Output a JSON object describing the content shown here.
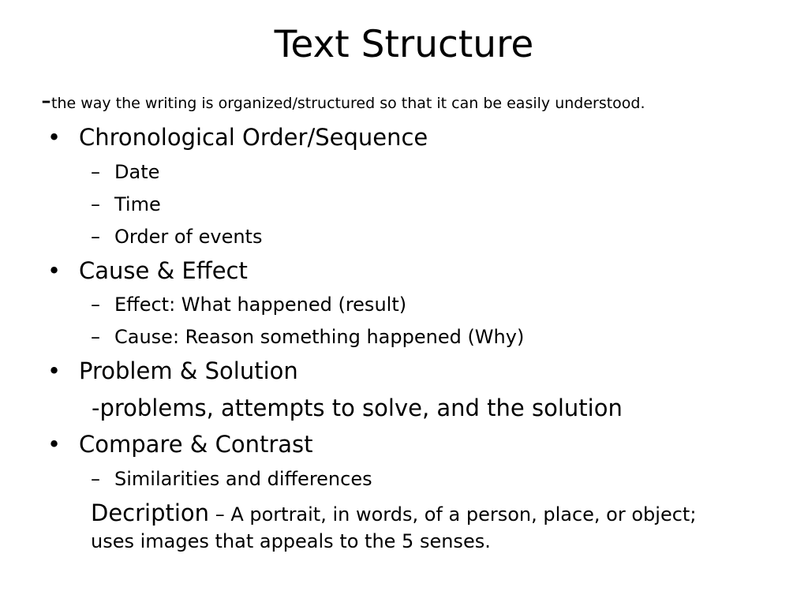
{
  "slide": {
    "title": "Text Structure",
    "subtitle_dash": "-",
    "subtitle": "the way the writing is organized/structured so that it can be easily understood.",
    "bullet_glyph": "•",
    "sub_bullet_glyph": "–",
    "items": [
      {
        "label": "Chronological Order/Sequence",
        "subitems": [
          "Date",
          "Time",
          "Order of events"
        ]
      },
      {
        "label": "Cause & Effect",
        "subitems": [
          "Effect:  What happened (result)",
          "Cause:  Reason something happened (Why)"
        ]
      },
      {
        "label": "Problem & Solution",
        "note": "-problems, attempts to solve, and the solution"
      },
      {
        "label": "Compare & Contrast",
        "subitems": [
          "Similarities and differences"
        ]
      }
    ],
    "description": {
      "head": "Decription",
      "body": " – A portrait, in words, of a person, place, or object; uses images that appeals to the 5 senses."
    }
  }
}
